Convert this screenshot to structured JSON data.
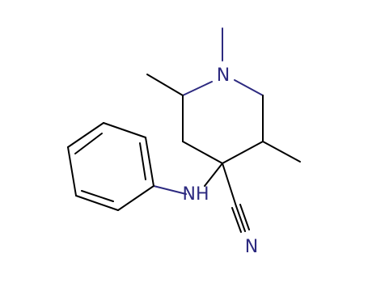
{
  "structure": {
    "atoms": {
      "ring_nitrogen": "N",
      "amine": "NH",
      "nitrile_nitrogen": "N"
    },
    "colors": {
      "bond": "#000000",
      "heteroatom": "#2d2a80"
    }
  }
}
